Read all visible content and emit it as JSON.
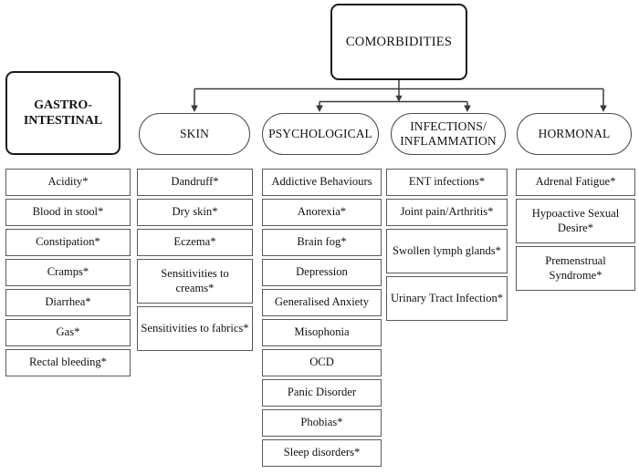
{
  "diagram": {
    "root": {
      "label": "COMORBIDITIES"
    },
    "standalone": {
      "label": "GASTRO-INTESTINAL",
      "label_line1": "GASTRO-",
      "label_line2": "INTESTINAL"
    },
    "categories": [
      {
        "id": "gastro",
        "label": "GASTRO-INTESTINAL",
        "connected": false,
        "items": [
          "Acidity*",
          "Blood in stool*",
          "Constipation*",
          "Cramps*",
          "Diarrhea*",
          "Gas*",
          "Rectal bleeding*"
        ]
      },
      {
        "id": "skin",
        "label": "SKIN",
        "connected": true,
        "items": [
          "Dandruff*",
          "Dry skin*",
          "Eczema*",
          "Sensitivities to creams*",
          "Sensitivities to fabrics*"
        ]
      },
      {
        "id": "psychological",
        "label": "PSYCHOLOGICAL",
        "connected": true,
        "items": [
          "Addictive Behaviours",
          "Anorexia*",
          "Brain fog*",
          "Depression",
          "Generalised Anxiety",
          "Misophonia",
          "OCD",
          "Panic Disorder",
          "Phobias*",
          "Sleep disorders*"
        ]
      },
      {
        "id": "infections",
        "label": "INFECTIONS/ INFLAMMATION",
        "label_line1": "INFECTIONS/",
        "label_line2": "INFLAMMATION",
        "connected": true,
        "items": [
          "ENT infections*",
          "Joint pain/Arthritis*",
          "Swollen lymph glands*",
          "Urinary Tract Infection*"
        ]
      },
      {
        "id": "hormonal",
        "label": "HORMONAL",
        "connected": true,
        "items": [
          "Adrenal Fatigue*",
          "Hypoactive Sexual Desire*",
          "Premenstrual Syndrome*"
        ]
      }
    ],
    "colors": {
      "line": "#3a3a3a",
      "box_border": "#5a5a5a",
      "heavy_border": "#1a1a1a",
      "background": "#ffffff"
    }
  }
}
